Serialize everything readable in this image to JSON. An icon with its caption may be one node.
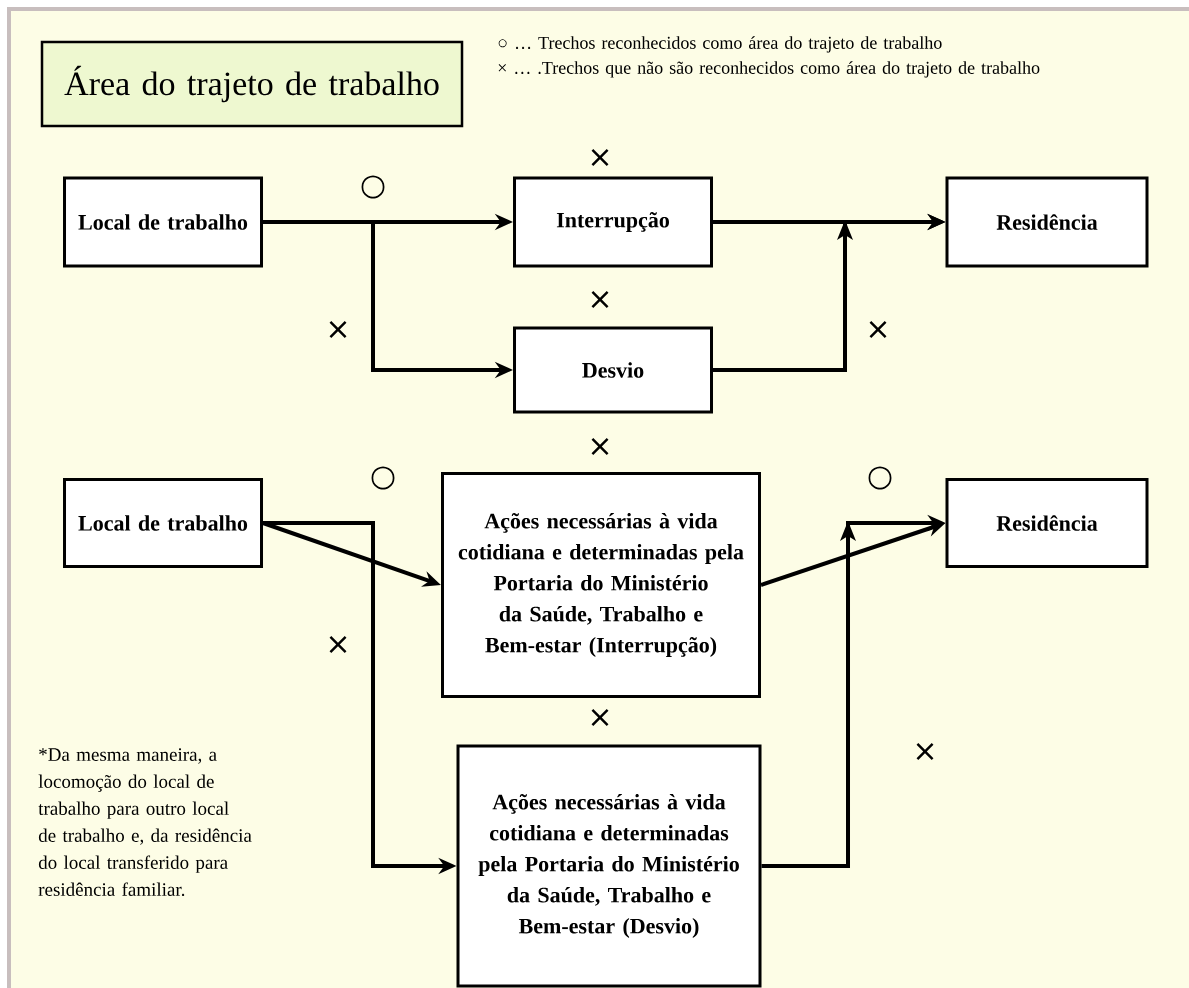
{
  "diagram": {
    "title": "Área do trajeto de trabalho",
    "nodes": [
      {
        "text": [
          "Local de trabalho"
        ]
      },
      {
        "text": [
          "Interrupção"
        ],
        "beside": [
          "×"
        ]
      },
      {
        "text": [
          "Desvio"
        ],
        "beside": [
          "×"
        ]
      },
      {
        "text": [
          "Residência"
        ]
      },
      {
        "text": [
          "Local de trabalho"
        ]
      },
      {
        "text": [
          "Ações necessárias à vida cotidiana e determinadas pela Portaria do Ministério da Saúde, Trabalho e Bem-estar (Interrupção)"
        ],
        "beside": [
          "×"
        ]
      },
      {
        "text": [
          "Ações necessárias à vida cotidiana e determinadas pela Portaria do Ministério da Saúde, Trabalho e Bem-estar (Desvio)"
        ],
        "beside": [
          "×"
        ]
      },
      {
        "text": [
          "Residência"
        ]
      }
    ],
    "edges": [
      {
        "from": 0,
        "to": 1,
        "arrow": "to",
        "label": "○"
      },
      {
        "from": 0,
        "to": 2,
        "arrow": "to",
        "label": "×"
      },
      {
        "from": 1,
        "to": 3,
        "arrow": "to"
      },
      {
        "from": 2,
        "to": 3,
        "arrow": "to",
        "label": "×"
      },
      {
        "from": 4,
        "to": 5,
        "arrow": "to",
        "label": "○"
      },
      {
        "from": 4,
        "to": 6,
        "arrow": "to",
        "label": "×"
      },
      {
        "from": 5,
        "to": 7,
        "arrow": "to",
        "label": "○"
      },
      {
        "from": 6,
        "to": 7,
        "arrow": "to",
        "label": "×"
      }
    ],
    "labels": [
      "*Da mesma maneira, a locomoção do local de trabalho para outro local de trabalho e, da residência do local transferido para residência familiar."
    ],
    "legend": [
      {
        "text": "○ … Trechos reconhecidos como área do trajeto de trabalho"
      },
      {
        "text": "× … .Trechos que não são reconhecidos como área do trajeto de trabalho"
      }
    ]
  }
}
